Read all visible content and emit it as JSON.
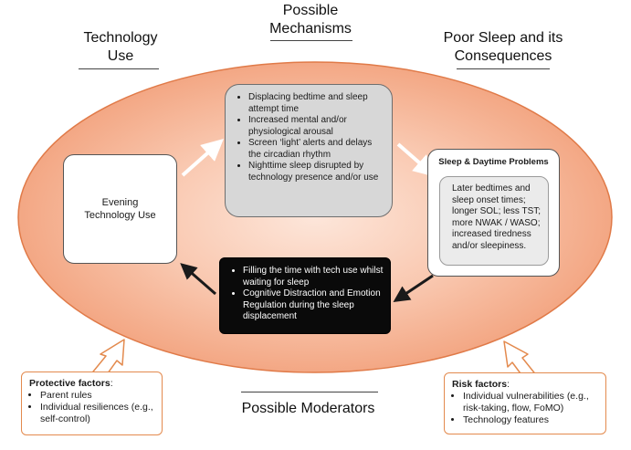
{
  "headings": {
    "technology_use": "Technology Use",
    "mechanisms_line1": "Possible",
    "mechanisms_line2": "Mechanisms",
    "poor_sleep_line1": "Poor Sleep and its",
    "poor_sleep_line2": "Consequences",
    "moderators": "Possible Moderators"
  },
  "mechanisms": [
    "Displacing bedtime and sleep attempt time",
    "Increased mental and/or physiological arousal",
    "Screen ‘light’ alerts and delays the circadian rhythm",
    "Nighttime sleep disrupted by technology presence and/or use"
  ],
  "evening_box": "Evening Technology Use",
  "sleep_box": {
    "title": "Sleep & Daytime Problems",
    "text": "Later bedtimes and sleep onset times; longer SOL; less TST; more NWAK / WASO; increased tiredness and/or sleepiness."
  },
  "feedback": [
    "Filling the time with tech use whilst waiting for sleep",
    "Cognitive Distraction and Emotion Regulation during the sleep displacement"
  ],
  "protective": {
    "title": "Protective factors",
    "items": [
      "Parent rules",
      "Individual resiliences (e.g., self-control)"
    ]
  },
  "risk": {
    "title": "Risk factors",
    "items": [
      "Individual vulnerabilities (e.g., risk-taking, flow, FoMO)",
      "Technology features"
    ]
  },
  "colors": {
    "ellipse_fill": "#f6b496",
    "ellipse_stroke": "#e07a48",
    "mechanism_box": "#d7d7d7",
    "feedback_box": "#0a0a0a",
    "factor_border": "#e38a4e"
  }
}
